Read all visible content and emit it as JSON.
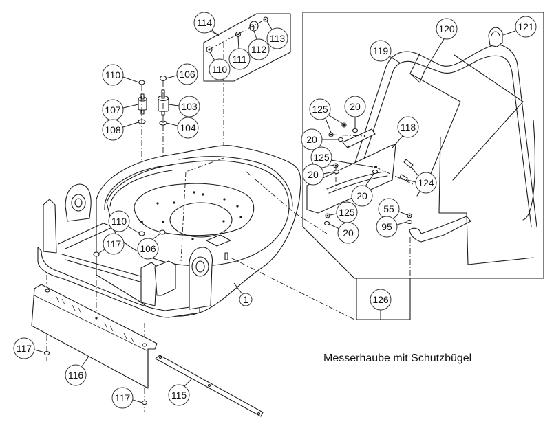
{
  "diagram": {
    "title": "Messerhaube mit Schutzbügel",
    "type": "exploded-parts-diagram",
    "parts": [
      {
        "number": "1",
        "description": "blade housing (deck)"
      },
      {
        "number": "103",
        "description": "rubber mount buffer"
      },
      {
        "number": "104",
        "description": "washer"
      },
      {
        "number": "106",
        "description": "nut"
      },
      {
        "number": "107",
        "description": "rubber mount buffer"
      },
      {
        "number": "108",
        "description": "washer"
      },
      {
        "number": "110",
        "description": "nut"
      },
      {
        "number": "111",
        "description": "nut"
      },
      {
        "number": "112",
        "description": "rubber mount buffer"
      },
      {
        "number": "113",
        "description": "nut"
      },
      {
        "number": "114",
        "description": "mount assembly group"
      },
      {
        "number": "115",
        "description": "strip"
      },
      {
        "number": "116",
        "description": "front cover plate"
      },
      {
        "number": "117",
        "description": "rivet / fastener"
      },
      {
        "number": "118",
        "description": "bracket"
      },
      {
        "number": "119",
        "description": "protective bar (Schutzbügel)"
      },
      {
        "number": "120",
        "description": "flap"
      },
      {
        "number": "121",
        "description": "clip"
      },
      {
        "number": "124",
        "description": "screw"
      },
      {
        "number": "125",
        "description": "nut"
      },
      {
        "number": "126",
        "description": "protective bracket assembly group"
      },
      {
        "number": "20",
        "description": "washer"
      },
      {
        "number": "55",
        "description": "nut"
      },
      {
        "number": "95",
        "description": "washer"
      }
    ],
    "callouts": {
      "c114": "114",
      "c113": "113",
      "c112": "112",
      "c111": "111",
      "c110a": "110",
      "c110b": "110",
      "c106a": "106",
      "c107": "107",
      "c103": "103",
      "c108": "108",
      "c104": "104",
      "c110c": "110",
      "c106b": "106",
      "c117a": "117",
      "c1": "1",
      "c117b": "117",
      "c116": "116",
      "c117c": "117",
      "c115": "115",
      "c120": "120",
      "c121": "121",
      "c119": "119",
      "c125a": "125",
      "c20a": "20",
      "c20b": "20",
      "c118": "118",
      "c125b": "125",
      "c20c": "20",
      "c20d": "20",
      "c124": "124",
      "c125c": "125",
      "c20e": "20",
      "c55": "55",
      "c95": "95",
      "c126": "126"
    }
  }
}
